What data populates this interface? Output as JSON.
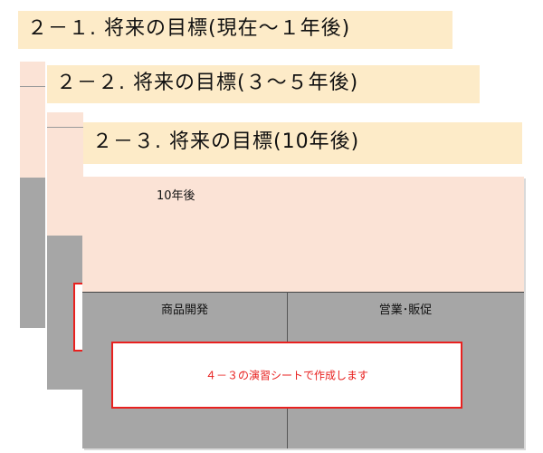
{
  "slides": [
    {
      "title": "２－１. 将来の目標(現在～１年後)"
    },
    {
      "title": "２－２. 将来の目標(３～５年後)"
    },
    {
      "title": "２－３. 将来の目標(10年後)"
    }
  ],
  "front": {
    "year_label": "10年後",
    "columns": [
      "商品開発",
      "営業･販促"
    ],
    "note": "４－３の演習シートで作成します"
  },
  "colors": {
    "title_bg": "#fdebc8",
    "pink_bg": "#fbe3d6",
    "gray_bg": "#a6a6a6",
    "accent_red": "#e8211f"
  }
}
